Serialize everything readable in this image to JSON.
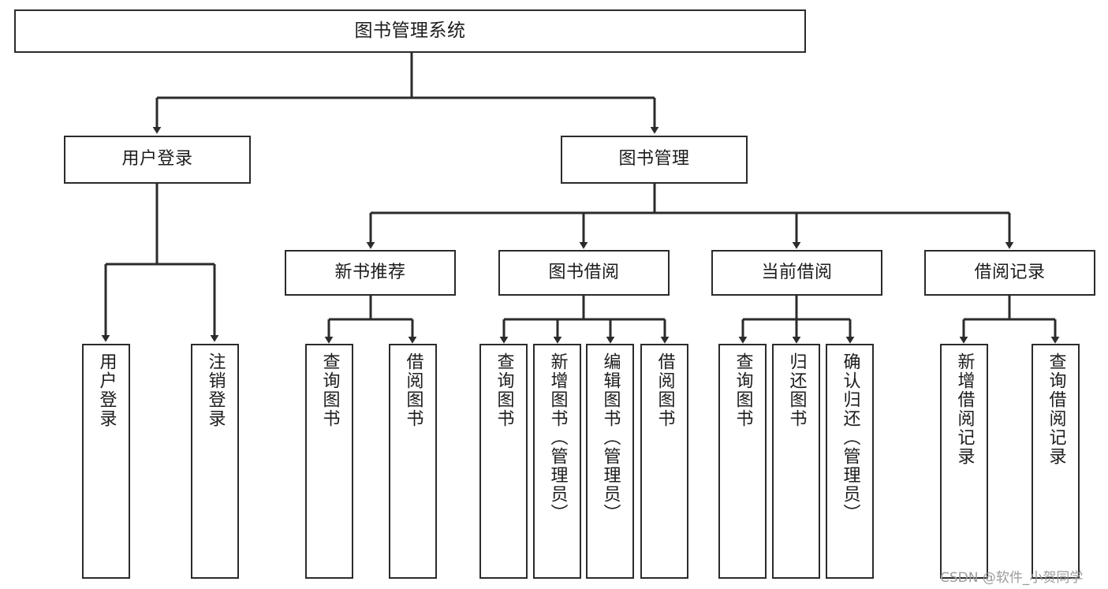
{
  "diagram": {
    "type": "tree-hierarchy",
    "title": "图书管理系统",
    "watermark": "CSDN @软件_小贺同学",
    "colors": {
      "box_border": "#2b2b2b",
      "box_fill": "#ffffff",
      "edge": "#2b2b2b",
      "text": "#1c1c1c",
      "watermark": "#9b9b9b",
      "background": "#ffffff"
    },
    "nodes": {
      "root": {
        "label": "图书管理系统",
        "level": 1
      },
      "user_login": {
        "label": "用户登录",
        "level": 2
      },
      "book_manage": {
        "label": "图书管理",
        "level": 2
      },
      "new_book_rec": {
        "label": "新书推荐",
        "level": 3
      },
      "book_borrow": {
        "label": "图书借阅",
        "level": 3
      },
      "current_borrow": {
        "label": "当前借阅",
        "level": 3
      },
      "borrow_record": {
        "label": "借阅记录",
        "level": 3
      },
      "leaf_user_login": {
        "label": "用户登录",
        "level": 3
      },
      "leaf_logout": {
        "label": "注销登录",
        "level": 3
      },
      "leaf_query_book_a": {
        "label": "查询图书",
        "level": 4
      },
      "leaf_borrow_book_a": {
        "label": "借阅图书",
        "level": 4
      },
      "leaf_query_book_b": {
        "label": "查询图书",
        "level": 4
      },
      "leaf_add_book": {
        "label": "新增图书（管理员）",
        "level": 4
      },
      "leaf_edit_book": {
        "label": "编辑图书（管理员）",
        "level": 4
      },
      "leaf_borrow_book_b": {
        "label": "借阅图书",
        "level": 4
      },
      "leaf_query_book_c": {
        "label": "查询图书",
        "level": 4
      },
      "leaf_return_book": {
        "label": "归还图书",
        "level": 4
      },
      "leaf_confirm_return": {
        "label": "确认归还（管理员）",
        "level": 4
      },
      "leaf_add_record": {
        "label": "新增借阅记录",
        "level": 4
      },
      "leaf_query_record": {
        "label": "查询借阅记录",
        "level": 4
      }
    }
  }
}
